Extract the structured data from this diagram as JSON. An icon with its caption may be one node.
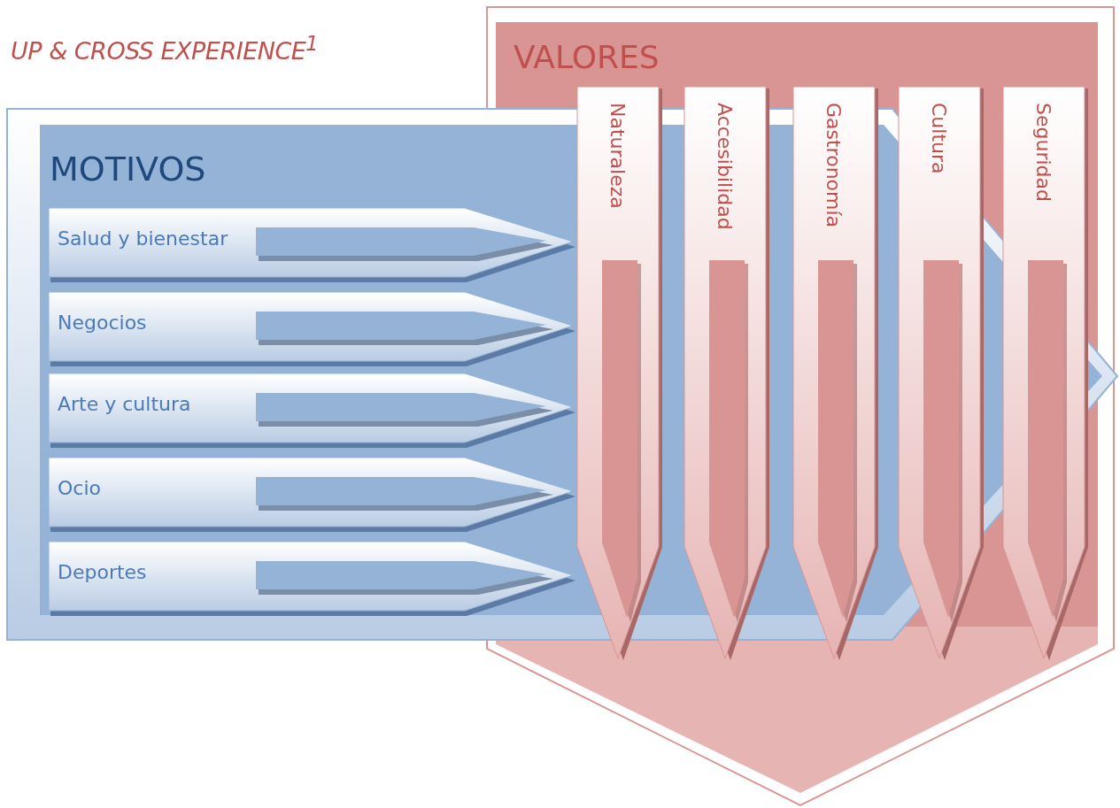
{
  "diagram": {
    "title": "UP & CROSS EXPERIENCE$^{1}$",
    "nodes": [
      {
        "text": [
          "MOTIVOS"
        ]
      },
      {
        "text": [
          "Salud y bienestar"
        ],
        "in": 0
      },
      {
        "text": [
          "Negocios"
        ],
        "in": 0
      },
      {
        "text": [
          "Arte y cultura"
        ],
        "in": 0
      },
      {
        "text": [
          "Ocio"
        ],
        "in": 0
      },
      {
        "text": [
          "Deportes"
        ],
        "in": 0
      },
      {
        "text": [
          "VALORES"
        ]
      },
      {
        "text": [
          "Naturaleza"
        ],
        "in": 6
      },
      {
        "text": [
          "Accesibilidad"
        ],
        "in": 6
      },
      {
        "text": [
          "Gastronomía"
        ],
        "in": 6
      },
      {
        "text": [
          "Cultura"
        ],
        "in": 6
      },
      {
        "text": [
          "Seguridad"
        ],
        "in": 6
      }
    ]
  }
}
